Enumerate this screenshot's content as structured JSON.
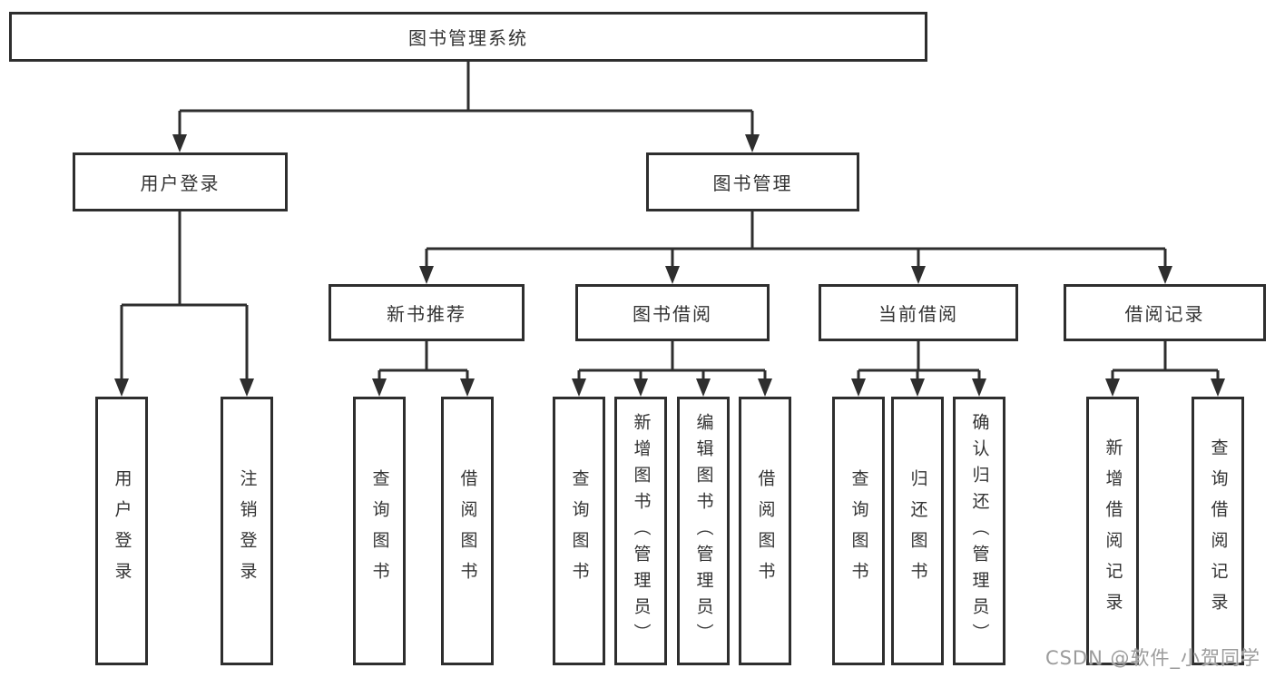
{
  "tree": {
    "label": "图书管理系统",
    "children": [
      {
        "label": "用户登录",
        "children": [
          {
            "label": "用户登录"
          },
          {
            "label": "注销登录"
          }
        ]
      },
      {
        "label": "图书管理",
        "children": [
          {
            "label": "新书推荐",
            "children": [
              {
                "label": "查询图书"
              },
              {
                "label": "借阅图书"
              }
            ]
          },
          {
            "label": "图书借阅",
            "children": [
              {
                "label": "查询图书"
              },
              {
                "label": "新增图书（管理员）"
              },
              {
                "label": "编辑图书（管理员）"
              },
              {
                "label": "借阅图书"
              }
            ]
          },
          {
            "label": "当前借阅",
            "children": [
              {
                "label": "查询图书"
              },
              {
                "label": "归还图书"
              },
              {
                "label": "确认归还（管理员）"
              }
            ]
          },
          {
            "label": "借阅记录",
            "children": [
              {
                "label": "新增借阅记录"
              },
              {
                "label": "查询借阅记录"
              }
            ]
          }
        ]
      }
    ]
  },
  "watermark": {
    "text": "CSDN @软件_小贺同学"
  },
  "colors": {
    "line": "#2e2e2e",
    "box_border": "#2e2e2e",
    "box_background": "#ffffff",
    "text": "#333333",
    "watermark": "#9b9b9b",
    "background": "#ffffff"
  }
}
